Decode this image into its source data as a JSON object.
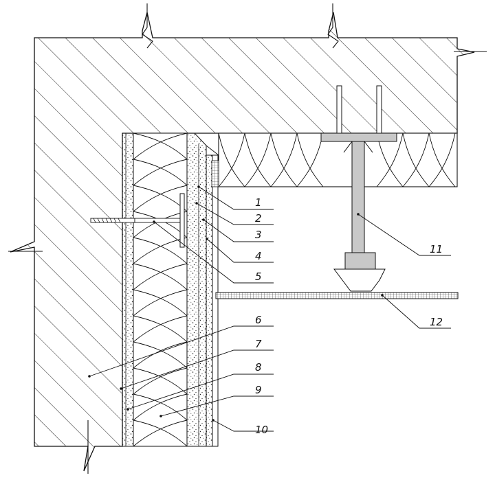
{
  "colors": {
    "line": "#111111",
    "hatch": "#333333",
    "metal": "#c8c8c8",
    "board": "#ffffff"
  },
  "callouts": {
    "c1": "1",
    "c2": "2",
    "c3": "3",
    "c4": "4",
    "c5": "5",
    "c6": "6",
    "c7": "7",
    "c8": "8",
    "c9": "9",
    "c10": "10",
    "c11": "11",
    "c12": "12"
  }
}
